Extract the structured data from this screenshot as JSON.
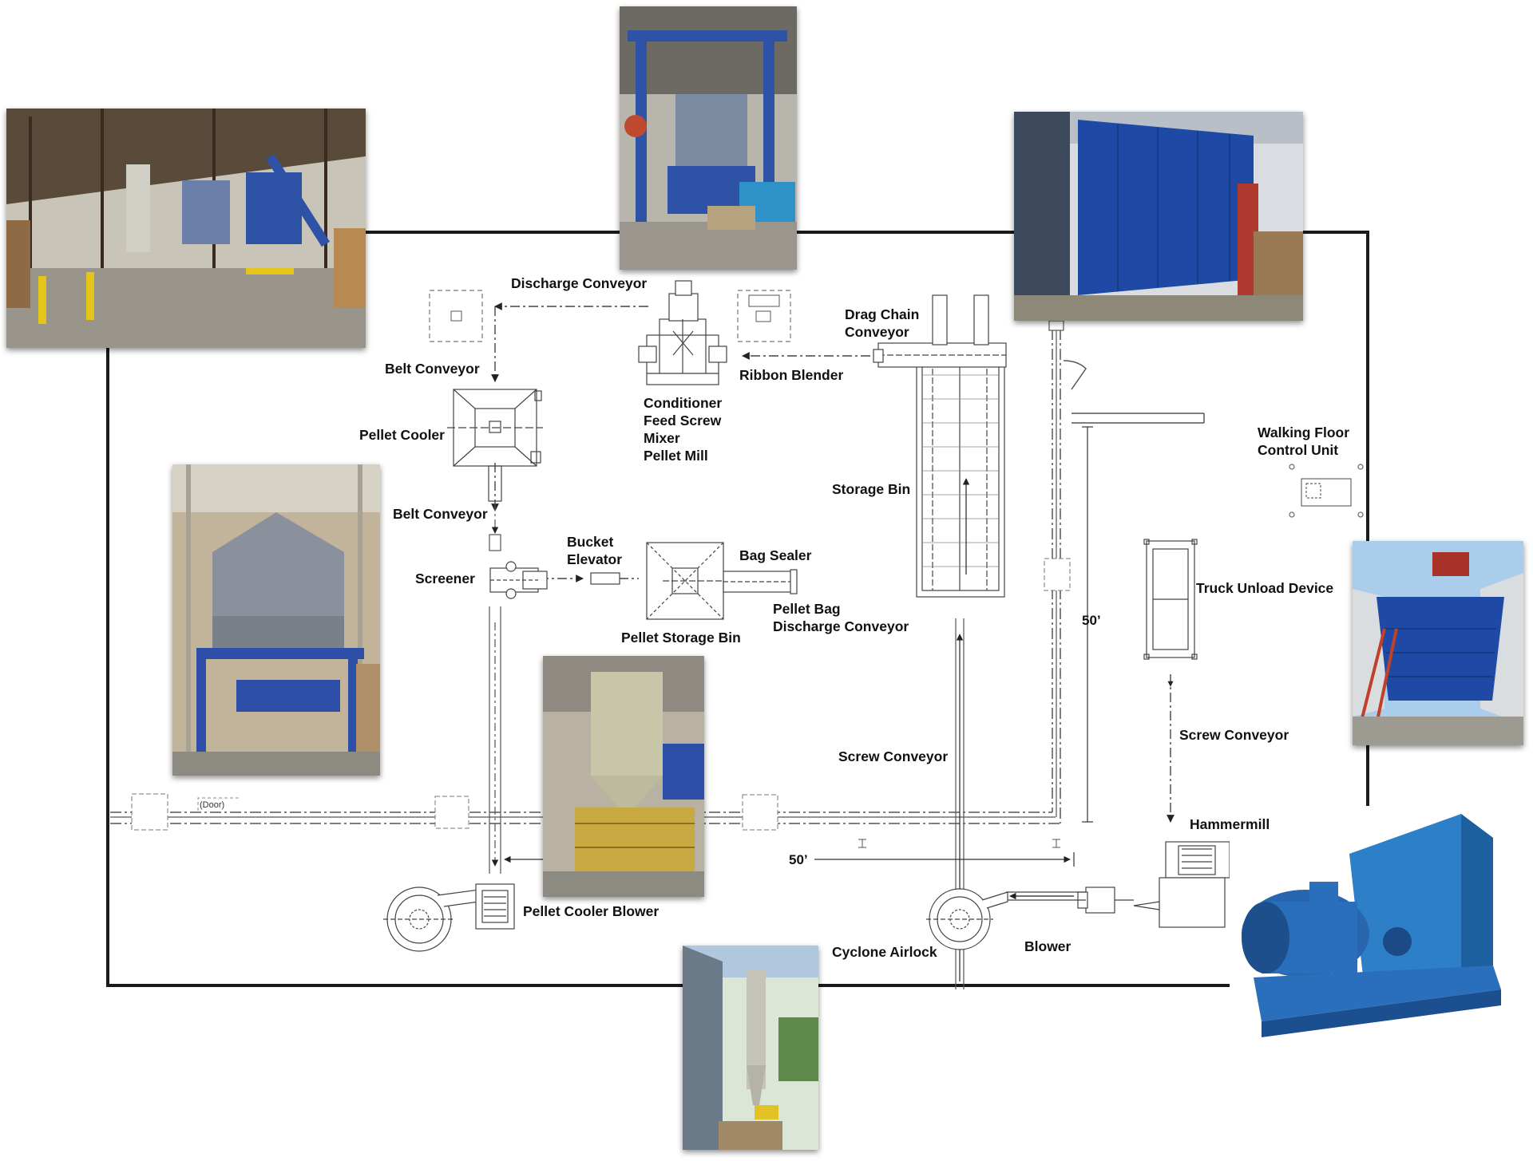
{
  "labels": {
    "discharge_conveyor": "Discharge Conveyor",
    "belt_conveyor_top": "Belt Conveyor",
    "pellet_cooler": "Pellet Cooler",
    "belt_conveyor_mid": "Belt Conveyor",
    "screener": "Screener",
    "bucket_elevator": [
      "Bucket",
      "Elevator"
    ],
    "bag_sealer": "Bag Sealer",
    "pellet_bag_discharge_conveyor": [
      "Pellet Bag",
      "Discharge Conveyor"
    ],
    "pellet_storage_bin": "Pellet Storage Bin",
    "conditioner_group": [
      "Conditioner",
      "Feed Screw",
      "Mixer",
      "Pellet Mill"
    ],
    "ribbon_blender": "Ribbon Blender",
    "drag_chain_conveyor": [
      "Drag Chain",
      "Conveyor"
    ],
    "storage_bin": "Storage Bin",
    "walking_floor_control_unit": [
      "Walking Floor",
      "Control Unit"
    ],
    "truck_unload_device": "Truck Unload Device",
    "screw_conveyor_right": "Screw Conveyor",
    "hammermill": "Hammermill",
    "screw_conveyor_center": "Screw Conveyor",
    "pellet_cooler_blower": "Pellet Cooler Blower",
    "cyclone_airlock": "Cyclone Airlock",
    "blower": "Blower",
    "door": "(Door)"
  },
  "dimensions": {
    "vertical": "50’",
    "horizontal": "50’"
  },
  "photos": [
    {
      "name": "facility-interior-photo",
      "subject": "warehouse interior with pellet line"
    },
    {
      "name": "pellet-mill-photo",
      "subject": "blue pellet mill under steel frame"
    },
    {
      "name": "storage-bin-photo",
      "subject": "large blue storage bin outdoors"
    },
    {
      "name": "pellet-cooler-photo",
      "subject": "grey pellet cooler on blue frame"
    },
    {
      "name": "screener-cooler-photo",
      "subject": "cooler tower with screener"
    },
    {
      "name": "truck-unload-photo",
      "subject": "truck unload device with ladder"
    },
    {
      "name": "cyclone-photo",
      "subject": "cyclone airlock beside building"
    },
    {
      "name": "hammermill-photo",
      "subject": "blue hammermill with motor"
    }
  ],
  "colors": {
    "machine_blue": "#2a56a8",
    "wall_frame": "#1a1a1a",
    "line_grey": "#555555"
  }
}
